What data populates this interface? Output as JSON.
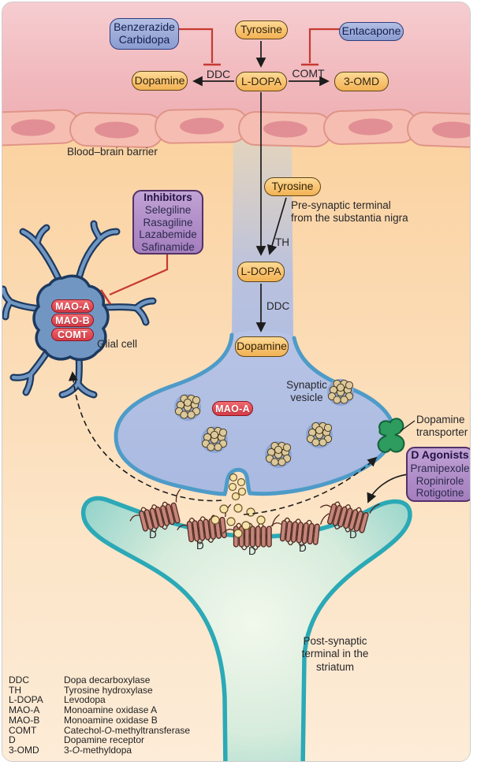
{
  "palette": {
    "blood_pink": "#f2bdc1",
    "brain_peach": "#fbd8ac",
    "metabolite_orange": "#f8c87f",
    "drug_blue": "#9aaad8",
    "drug_purple": "#ae8ac4",
    "enzyme_red": "#e4515c",
    "terminal_blue": "#b2c0e2",
    "terminal_outline": "#4e9bc8",
    "postsynaptic_teal": "#2ba9b6",
    "transporter_green": "#2d9c5e",
    "inhibition_red": "#c63a31"
  },
  "blood": {
    "benzerazide_line1": "Benzerazide",
    "benzerazide_line2": "Carbidopa",
    "tyrosine": "Tyrosine",
    "entacapone": "Entacapone",
    "dopamine": "Dopamine",
    "ldopa": "L-DOPA",
    "omd": "3-OMD",
    "ddc": "DDC",
    "comt": "COMT"
  },
  "bbb": {
    "label": "Blood–brain barrier"
  },
  "glial": {
    "label": "Glial cell",
    "enzymes": [
      "MAO-A",
      "MAO-B",
      "COMT"
    ],
    "inhibitors_title": "Inhibitors",
    "inhibitors": [
      "Selegiline",
      "Rasagiline",
      "Lazabemide",
      "Safinamide"
    ]
  },
  "presynaptic": {
    "caption_line1": "Pre-synaptic terminal",
    "caption_line2": "from the substantia nigra",
    "tyrosine": "Tyrosine",
    "th": "TH",
    "ldopa": "L-DOPA",
    "ddc": "DDC",
    "dopamine": "Dopamine",
    "mao_a": "MAO-A",
    "vesicle_line1": "Synaptic",
    "vesicle_line2": "vesicle"
  },
  "transporter": {
    "line1": "Dopamine",
    "line2": "transporter"
  },
  "agonists": {
    "title": "D Agonists",
    "items": [
      "Pramipexole",
      "Ropinirole",
      "Rotigotine"
    ]
  },
  "postsynaptic": {
    "receptor": "D",
    "caption_line1": "Post-synaptic",
    "caption_line2": "terminal in the",
    "caption_line3": "striatum"
  },
  "legend": {
    "rows": [
      {
        "abbr": "DDC",
        "pre": "Dopa decarboxylase",
        "it": "",
        "post": ""
      },
      {
        "abbr": "TH",
        "pre": "Tyrosine hydroxylase",
        "it": "",
        "post": ""
      },
      {
        "abbr": "L-DOPA",
        "pre": "Levodopa",
        "it": "",
        "post": ""
      },
      {
        "abbr": "MAO-A",
        "pre": "Monoamine oxidase A",
        "it": "",
        "post": ""
      },
      {
        "abbr": "MAO-B",
        "pre": "Monoamine oxidase B",
        "it": "",
        "post": ""
      },
      {
        "abbr": "COMT",
        "pre": "Catechol-",
        "it": "O",
        "post": "-methyltransferase"
      },
      {
        "abbr": "D",
        "pre": "Dopamine receptor",
        "it": "",
        "post": ""
      },
      {
        "abbr": "3-OMD",
        "pre": "3-",
        "it": "O",
        "post": "-methyldopa"
      }
    ]
  }
}
